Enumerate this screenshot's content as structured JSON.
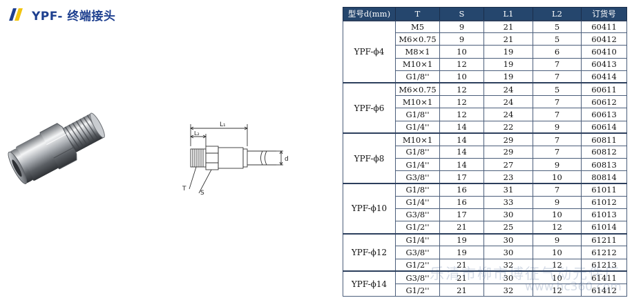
{
  "header": {
    "icon": "double-slash-logo-icon",
    "title": "YPF- 终端接头"
  },
  "drawing": {
    "label_L1": "L₁",
    "label_L2": "L₂",
    "label_T": "T",
    "label_S": "S",
    "label_d": "d"
  },
  "table": {
    "columns": [
      "型号d(mm)",
      "T",
      "S",
      "L1",
      "L2",
      "订货号"
    ],
    "groups": [
      {
        "model": "YPF-ϕ4",
        "rows": [
          [
            "M5",
            "9",
            "21",
            "5",
            "60411"
          ],
          [
            "M6×0.75",
            "9",
            "21",
            "5",
            "60412"
          ],
          [
            "M8×1",
            "10",
            "19",
            "6",
            "60410"
          ],
          [
            "M10×1",
            "12",
            "19",
            "7",
            "60413"
          ],
          [
            "G1/8''",
            "10",
            "19",
            "7",
            "60414"
          ]
        ]
      },
      {
        "model": "YPF-ϕ6",
        "rows": [
          [
            "M6×0.75",
            "12",
            "24",
            "5",
            "60611"
          ],
          [
            "M10×1",
            "12",
            "24",
            "7",
            "60612"
          ],
          [
            "G1/8''",
            "12",
            "24",
            "7",
            "60613"
          ],
          [
            "G1/4''",
            "14",
            "22",
            "9",
            "60614"
          ]
        ]
      },
      {
        "model": "YPF-ϕ8",
        "rows": [
          [
            "M10×1",
            "14",
            "29",
            "7",
            "60811"
          ],
          [
            "G1/8''",
            "14",
            "29",
            "7",
            "60812"
          ],
          [
            "G1/4''",
            "14",
            "27",
            "9",
            "60813"
          ],
          [
            "G3/8''",
            "17",
            "23",
            "10",
            "80814"
          ]
        ]
      },
      {
        "model": "YPF-ϕ10",
        "rows": [
          [
            "G1/8''",
            "16",
            "31",
            "7",
            "61011"
          ],
          [
            "G1/4''",
            "16",
            "33",
            "9",
            "61012"
          ],
          [
            "G3/8''",
            "17",
            "30",
            "10",
            "61013"
          ],
          [
            "G1/2''",
            "21",
            "25",
            "12",
            "61014"
          ]
        ]
      },
      {
        "model": "YPF-ϕ12",
        "rows": [
          [
            "G1/4''",
            "19",
            "30",
            "9",
            "61211"
          ],
          [
            "G3/8''",
            "19",
            "30",
            "10",
            "61212"
          ],
          [
            "G1/2''",
            "21",
            "32",
            "12",
            "61213"
          ]
        ]
      },
      {
        "model": "YPF-ϕ14",
        "rows": [
          [
            "G3/8''",
            "21",
            "30",
            "10",
            "61411"
          ],
          [
            "G1/2''",
            "21",
            "32",
            "12",
            "61412"
          ]
        ]
      }
    ]
  },
  "watermark": {
    "text": "乐清市柳市博征气动元件厂",
    "url": "www.hc360.com"
  }
}
